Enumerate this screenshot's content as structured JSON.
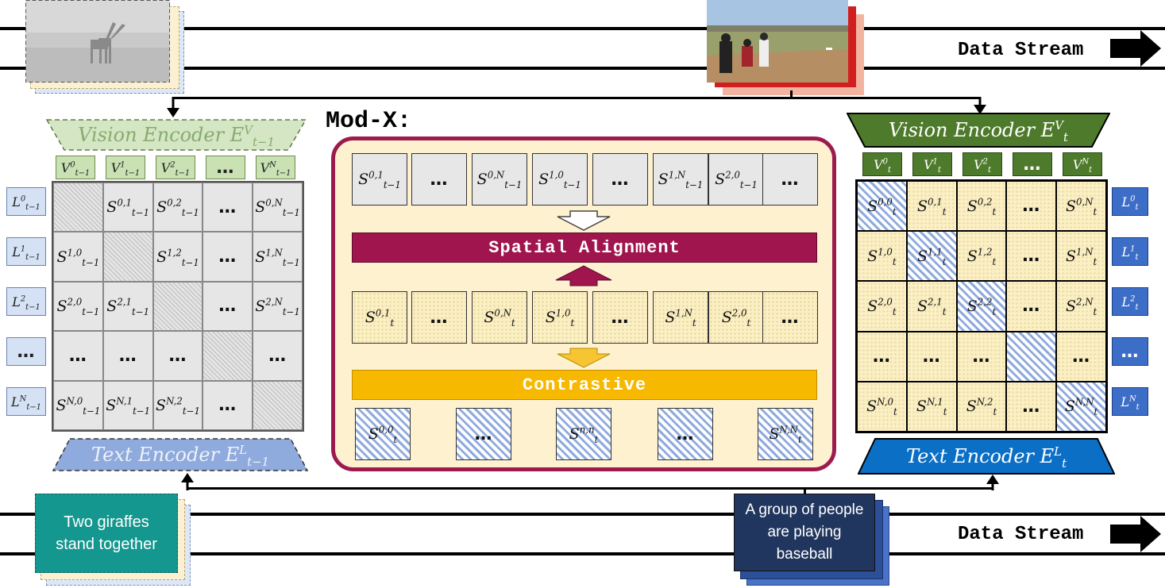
{
  "stream_label": "Data Stream",
  "modx_label": "Mod-X:",
  "left": {
    "vision_encoder": {
      "name": "Vision Encoder",
      "sym": "E",
      "sup": "V",
      "sub": "t−1"
    },
    "text_encoder": {
      "name": "Text Encoder",
      "sym": "E",
      "sup": "L",
      "sub": "t−1"
    },
    "v_tokens": [
      {
        "sym": "V",
        "sup": "0",
        "sub": "t−1"
      },
      {
        "sym": "V",
        "sup": "1",
        "sub": "t−1"
      },
      {
        "sym": "V",
        "sup": "2",
        "sub": "t−1"
      },
      {
        "dots": "…"
      },
      {
        "sym": "V",
        "sup": "N",
        "sub": "t−1"
      }
    ],
    "l_tokens": [
      {
        "sym": "L",
        "sup": "0",
        "sub": "t−1"
      },
      {
        "sym": "L",
        "sup": "1",
        "sub": "t−1"
      },
      {
        "sym": "L",
        "sup": "2",
        "sub": "t−1"
      },
      {
        "dots": "…"
      },
      {
        "sym": "L",
        "sup": "N",
        "sub": "t−1"
      }
    ],
    "grid": [
      [
        {
          "hatch": true
        },
        {
          "sym": "S",
          "sup": "0,1",
          "sub": "t−1"
        },
        {
          "sym": "S",
          "sup": "0,2",
          "sub": "t−1"
        },
        {
          "dots": "…"
        },
        {
          "sym": "S",
          "sup": "0,N",
          "sub": "t−1"
        }
      ],
      [
        {
          "sym": "S",
          "sup": "1,0",
          "sub": "t−1"
        },
        {
          "hatch": true
        },
        {
          "sym": "S",
          "sup": "1,2",
          "sub": "t−1"
        },
        {
          "dots": "…"
        },
        {
          "sym": "S",
          "sup": "1,N",
          "sub": "t−1"
        }
      ],
      [
        {
          "sym": "S",
          "sup": "2,0",
          "sub": "t−1"
        },
        {
          "sym": "S",
          "sup": "2,1",
          "sub": "t−1"
        },
        {
          "hatch": true
        },
        {
          "dots": "…"
        },
        {
          "sym": "S",
          "sup": "2,N",
          "sub": "t−1"
        }
      ],
      [
        {
          "dots": "…"
        },
        {
          "dots": "…"
        },
        {
          "dots": "…"
        },
        {
          "hatch": true
        },
        {
          "dots": "…"
        }
      ],
      [
        {
          "sym": "S",
          "sup": "N,0",
          "sub": "t−1"
        },
        {
          "sym": "S",
          "sup": "N,1",
          "sub": "t−1"
        },
        {
          "sym": "S",
          "sup": "N,2",
          "sub": "t−1"
        },
        {
          "dots": "…"
        },
        {
          "hatch": true
        }
      ]
    ],
    "caption": "Two giraffes stand together"
  },
  "right": {
    "vision_encoder": {
      "name": "Vision Encoder",
      "sym": "E",
      "sup": "V",
      "sub": "t"
    },
    "text_encoder": {
      "name": "Text Encoder",
      "sym": "E",
      "sup": "L",
      "sub": "t"
    },
    "v_tokens": [
      {
        "sym": "V",
        "sup": "0",
        "sub": "t"
      },
      {
        "sym": "V",
        "sup": "1",
        "sub": "t"
      },
      {
        "sym": "V",
        "sup": "2",
        "sub": "t"
      },
      {
        "dots": "…"
      },
      {
        "sym": "V",
        "sup": "N",
        "sub": "t"
      }
    ],
    "l_tokens": [
      {
        "sym": "L",
        "sup": "0",
        "sub": "t"
      },
      {
        "sym": "L",
        "sup": "1",
        "sub": "t"
      },
      {
        "sym": "L",
        "sup": "2",
        "sub": "t"
      },
      {
        "dots": "…"
      },
      {
        "sym": "L",
        "sup": "N",
        "sub": "t"
      }
    ],
    "grid": [
      [
        {
          "blue": true,
          "sym": "S",
          "sup": "0,0",
          "sub": "t"
        },
        {
          "sym": "S",
          "sup": "0,1",
          "sub": "t"
        },
        {
          "sym": "S",
          "sup": "0,2",
          "sub": "t"
        },
        {
          "dots": "…"
        },
        {
          "sym": "S",
          "sup": "0,N",
          "sub": "t"
        }
      ],
      [
        {
          "sym": "S",
          "sup": "1,0",
          "sub": "t"
        },
        {
          "blue": true,
          "sym": "S",
          "sup": "1,1",
          "sub": "t"
        },
        {
          "sym": "S",
          "sup": "1,2",
          "sub": "t"
        },
        {
          "dots": "…"
        },
        {
          "sym": "S",
          "sup": "1,N",
          "sub": "t"
        }
      ],
      [
        {
          "sym": "S",
          "sup": "2,0",
          "sub": "t"
        },
        {
          "sym": "S",
          "sup": "2,1",
          "sub": "t"
        },
        {
          "blue": true,
          "sym": "S",
          "sup": "2,2",
          "sub": "t"
        },
        {
          "dots": "…"
        },
        {
          "sym": "S",
          "sup": "2,N",
          "sub": "t"
        }
      ],
      [
        {
          "dots": "…"
        },
        {
          "dots": "…"
        },
        {
          "dots": "…"
        },
        {
          "blue": true
        },
        {
          "dots": "…"
        }
      ],
      [
        {
          "sym": "S",
          "sup": "N,0",
          "sub": "t"
        },
        {
          "sym": "S",
          "sup": "N,1",
          "sub": "t"
        },
        {
          "sym": "S",
          "sup": "N,2",
          "sub": "t"
        },
        {
          "dots": "…"
        },
        {
          "blue": true,
          "sym": "S",
          "sup": "N,N",
          "sub": "t"
        }
      ]
    ],
    "caption": "A group of people are playing baseball"
  },
  "modx": {
    "row1": [
      {
        "sym": "S",
        "sup": "0,1",
        "sub": "t−1"
      },
      {
        "dots": "…"
      },
      {
        "sym": "S",
        "sup": "0,N",
        "sub": "t−1"
      },
      {
        "sym": "S",
        "sup": "1,0",
        "sub": "t−1"
      },
      {
        "dots": "…"
      },
      {
        "sym": "S",
        "sup": "1,N",
        "sub": "t−1"
      },
      {
        "sym": "S",
        "sup": "2,0",
        "sub": "t−1"
      },
      {
        "dots": "…"
      }
    ],
    "spatial_alignment": "Spatial Alignment",
    "row2": [
      {
        "sym": "S",
        "sup": "0,1",
        "sub": "t"
      },
      {
        "dots": "…"
      },
      {
        "sym": "S",
        "sup": "0,N",
        "sub": "t"
      },
      {
        "sym": "S",
        "sup": "1,0",
        "sub": "t"
      },
      {
        "dots": "…"
      },
      {
        "sym": "S",
        "sup": "1,N",
        "sub": "t"
      },
      {
        "sym": "S",
        "sup": "2,0",
        "sub": "t"
      },
      {
        "dots": "…"
      }
    ],
    "contrastive": "Contrastive",
    "row3": [
      {
        "sym": "S",
        "sup": "0,0",
        "sub": "t"
      },
      {
        "dots": "…"
      },
      {
        "sym": "S",
        "sup": "n,n",
        "sub": "t"
      },
      {
        "dots": "…"
      },
      {
        "sym": "S",
        "sup": "N,N",
        "sub": "t"
      }
    ]
  },
  "colors": {
    "modx_border": "#9b1b4e",
    "spatial_bar": "#a0154e",
    "contrastive_bar": "#f7b800",
    "left_caption_bg": "#14978e",
    "right_caption_bg": "#21365e",
    "right_encoder": "#4e7a2b",
    "right_text_encoder": "#0b6fc6"
  }
}
